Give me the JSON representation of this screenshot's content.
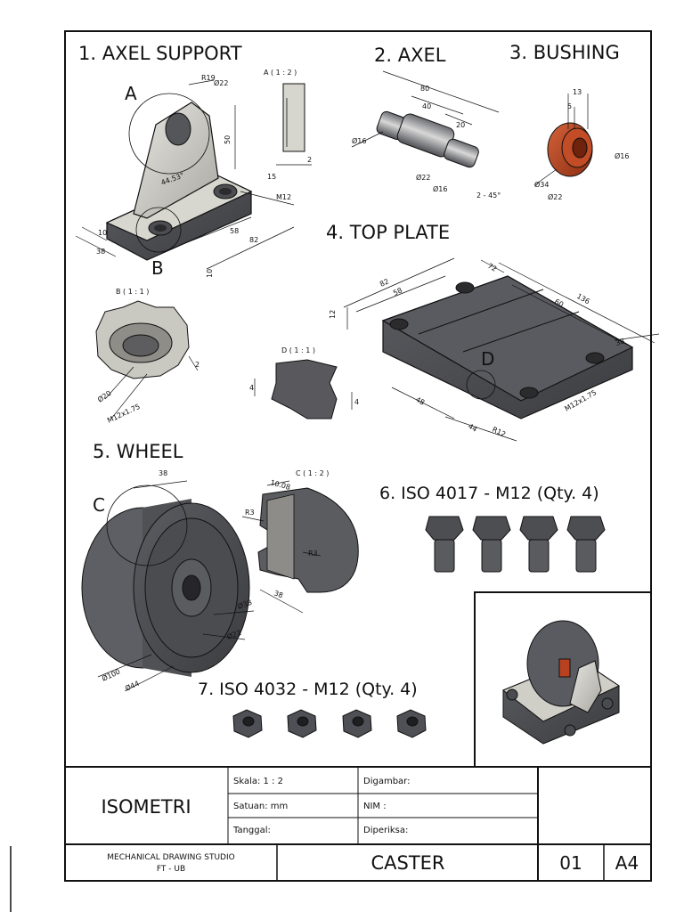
{
  "titles": {
    "axel_support": "1. AXEL SUPPORT",
    "axel": "2. AXEL",
    "bushing": "3. BUSHING",
    "top_plate": "4. TOP PLATE",
    "wheel": "5. WHEEL",
    "bolt": "6. ISO 4017 - M12 (Qty. 4)",
    "nut": "7. ISO 4032 - M12 (Qty. 4)"
  },
  "views": {
    "detail_a": "A ( 1 : 2 )",
    "detail_b": "B ( 1 : 1 )",
    "detail_c": "C ( 1 : 2 )",
    "detail_d": "D ( 1 : 1 )",
    "callout_a": "A",
    "callout_b": "B",
    "callout_c": "C",
    "callout_d": "D"
  },
  "dimensions": {
    "support_r19": "R19",
    "support_d22": "Ø22",
    "support_angle": "44.53°",
    "support_50": "50",
    "support_15": "15",
    "support_m12": "M12",
    "support_10a": "10",
    "support_38": "38",
    "support_58": "58",
    "support_82": "82",
    "support_10b": "10",
    "detail_a_2": "2",
    "axel_80": "80",
    "axel_40": "40",
    "axel_20": "20",
    "axel_d16a": "Ø16",
    "axel_d22": "Ø22",
    "axel_d16b": "Ø16",
    "axel_chamfer": "2 - 45°",
    "bushing_13": "13",
    "bushing_5": "5",
    "bushing_d16": "Ø16",
    "bushing_d34": "Ø34",
    "bushing_d22": "Ø22",
    "plate_12": "12",
    "plate_82": "82",
    "plate_58": "58",
    "plate_72": "72",
    "plate_136": "136",
    "plate_60": "60",
    "plate_38": "38",
    "plate_48": "48",
    "plate_44": "44",
    "plate_r12": "R12",
    "plate_m12": "M12x1.75",
    "detail_b_d20": "Ø20",
    "detail_b_m12": "M12x1.75",
    "detail_b_2": "2",
    "detail_d_4a": "4",
    "detail_d_4b": "4",
    "wheel_38": "38",
    "wheel_d38": "Ø38",
    "wheel_d22": "Ø22",
    "wheel_d100": "Ø100",
    "wheel_d44": "Ø44",
    "detail_c_1008": "10.08",
    "detail_c_r3a": "R3",
    "detail_c_r3b": "R3",
    "detail_c_38": "38"
  },
  "title_block": {
    "view_name": "ISOMETRI",
    "scale": "Skala: 1 : 2",
    "units": "Satuan: mm",
    "date": "Tanggal:",
    "drawn_by": "Digambar:",
    "nim": "NIM :",
    "checked_by": "Diperiksa:",
    "studio_line1": "MECHANICAL DRAWING STUDIO",
    "studio_line2": "FT - UB",
    "part_name": "CASTER",
    "sheet_number": "01",
    "paper_size": "A4"
  },
  "colors": {
    "border": "#111111",
    "metal_dark": "#4a4b4f",
    "metal_light": "#d4d3cc",
    "bushing": "#b8421f"
  }
}
